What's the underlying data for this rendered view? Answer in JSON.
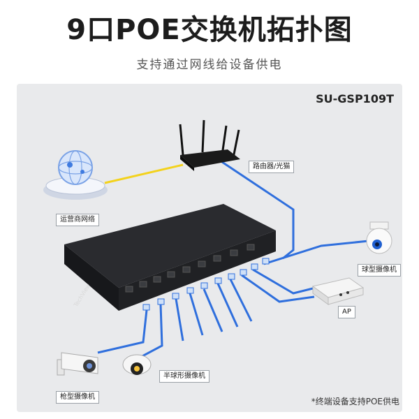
{
  "title": "9口POE交换机拓扑图",
  "subtitle": "支持通过网线给设备供电",
  "model": "SU-GSP109T",
  "brand": "TechView",
  "labels": {
    "isp": "运营商网络",
    "router": "路由器/光猫",
    "dome_camera": "球型摄像机",
    "ap": "AP",
    "bullet_camera": "枪型摄像机",
    "half_dome_camera": "半球形摄像机"
  },
  "footnote": "*终端设备支持POE供电",
  "colors": {
    "cable_blue": "#2f6fdd",
    "cable_yellow": "#f3d21c",
    "switch_body": "#1e1f22",
    "panel_bg": "#e9eaec"
  },
  "icons": [
    "globe-icon",
    "router-icon",
    "switch-icon",
    "dome-camera-icon",
    "ap-icon",
    "bullet-camera-icon",
    "half-dome-camera-icon",
    "rj45-connector-icon"
  ]
}
